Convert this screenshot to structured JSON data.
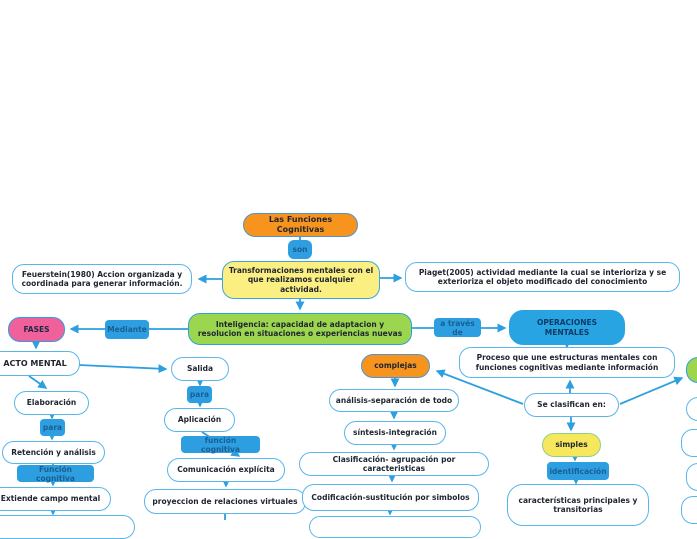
{
  "map_title": "Las Funciones Cognitivas",
  "nodes": {
    "title": "Las Funciones Cognitivas",
    "son": "son",
    "transformaciones": "Transformaciones mentales con el que realizamos cualquier actividad.",
    "feuerstein": "Feuerstein(1980) Accion organizada y coordinada para generar información.",
    "piaget": "Piaget(2005) actividad mediante la cual se interioriza y se exterioriza el objeto modificado del conocimiento",
    "fases": "FASES",
    "mediante": "Mediante",
    "inteligencia": "Inteligencia: capacidad de adaptacion y resolucion en situaciones o experiencias nuevas",
    "a_traves_de": "a través de",
    "operaciones": "OPERACIONES MENTALES",
    "acto_mental": "ACTO MENTAL",
    "salida": "Salida",
    "complejas": "complejas",
    "proceso": "Proceso que une estructuras mentales con funciones cognitivas mediante información",
    "elaboracion": "Elaboración",
    "para_1": "para",
    "para_2": "para",
    "analisis": "análisis-separación de todo",
    "se_clasifican": "Se clasifican en:",
    "retencion": "Retención y análisis",
    "aplicacion": "Aplicación",
    "funcion_cognitiva_1": "Función cognitiva",
    "funcion_cognitiva_2": "función cognitiva",
    "sintesis": "síntesis-integración",
    "simples": "simples",
    "comunicacion": "Comunicación explícita",
    "clasificacion": "Clasificación- agrupación por caracteristicas",
    "identificacion": "identificación",
    "extiende": "Extiende campo mental",
    "proyeccion": "proyeccion de relaciones virtuales",
    "codificacion": "Codificación-sustitución por simbolos",
    "caracteristicas": "características principales y transitorias"
  },
  "colors": {
    "arrow_blue": "#2D9FE0",
    "node_border_blue": "#58B6EB",
    "badge_blue": "#2D9FE0",
    "orange": "#F7941E",
    "yellow": "#FAEF80",
    "green": "#9CD64F",
    "pink": "#F0619B",
    "solid_blue": "#29A4E2",
    "simples_yellow": "#F6E75D",
    "simples_border_green": "#8ED08A"
  }
}
